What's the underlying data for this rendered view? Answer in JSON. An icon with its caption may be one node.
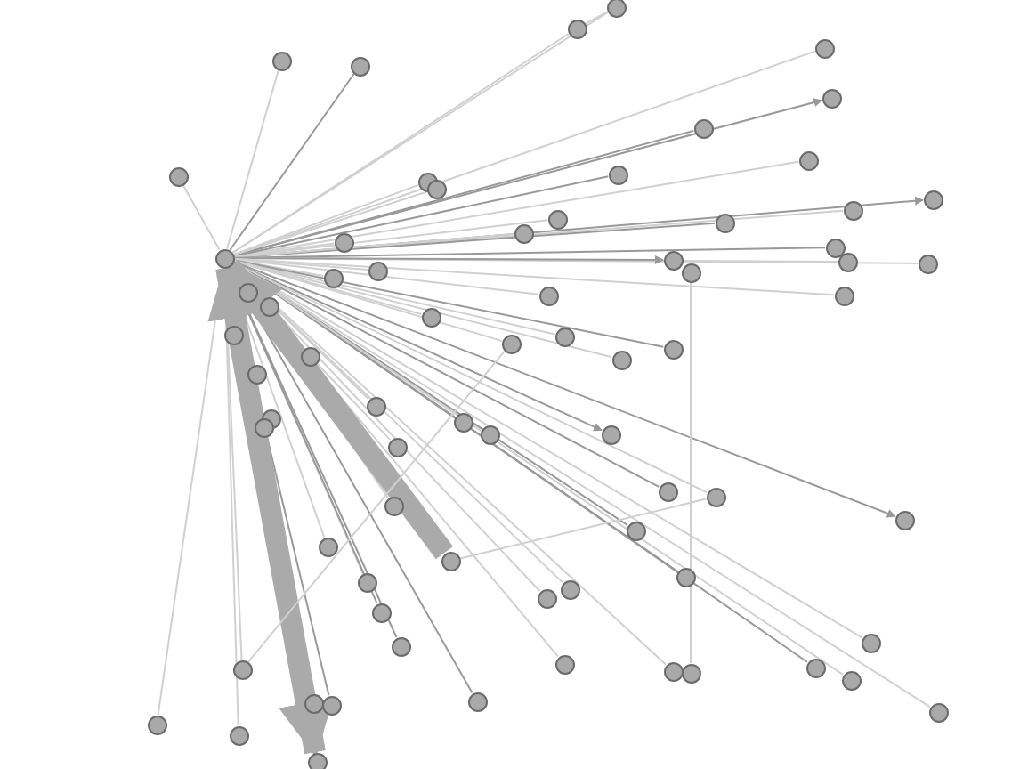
{
  "diagram": {
    "nodes": [
      {
        "text": [],
        "shape": "circle"
      },
      {
        "text": [],
        "shape": "circle"
      },
      {
        "text": [],
        "shape": "circle"
      },
      {
        "text": [],
        "shape": "circle"
      },
      {
        "text": [],
        "shape": "circle"
      },
      {
        "text": [],
        "shape": "circle"
      },
      {
        "text": [],
        "shape": "circle"
      },
      {
        "text": [],
        "shape": "circle"
      },
      {
        "text": [],
        "shape": "circle"
      },
      {
        "text": [],
        "shape": "circle"
      },
      {
        "text": [],
        "shape": "circle"
      },
      {
        "text": [],
        "shape": "circle"
      },
      {
        "text": [],
        "shape": "circle"
      },
      {
        "text": [],
        "shape": "circle"
      },
      {
        "text": [],
        "shape": "circle"
      },
      {
        "text": [],
        "shape": "circle"
      },
      {
        "text": [],
        "shape": "circle"
      },
      {
        "text": [],
        "shape": "circle"
      },
      {
        "text": [],
        "shape": "circle"
      },
      {
        "text": [],
        "shape": "circle"
      },
      {
        "text": [],
        "shape": "circle"
      },
      {
        "text": [],
        "shape": "circle"
      },
      {
        "text": [],
        "shape": "circle"
      },
      {
        "text": [],
        "shape": "circle"
      },
      {
        "text": [],
        "shape": "circle"
      },
      {
        "text": [],
        "shape": "circle"
      },
      {
        "text": [],
        "shape": "circle"
      },
      {
        "text": [],
        "shape": "circle"
      },
      {
        "text": [],
        "shape": "circle"
      },
      {
        "text": [],
        "shape": "circle"
      },
      {
        "text": [],
        "shape": "circle"
      },
      {
        "text": [],
        "shape": "circle"
      },
      {
        "text": [],
        "shape": "circle"
      },
      {
        "text": [],
        "shape": "circle"
      },
      {
        "text": [],
        "shape": "circle"
      },
      {
        "text": [],
        "shape": "circle"
      },
      {
        "text": [],
        "shape": "circle"
      },
      {
        "text": [],
        "shape": "circle"
      },
      {
        "text": [],
        "shape": "circle"
      },
      {
        "text": [],
        "shape": "circle"
      },
      {
        "text": [],
        "shape": "circle"
      },
      {
        "text": [],
        "shape": "circle"
      },
      {
        "text": [],
        "shape": "circle"
      },
      {
        "text": [],
        "shape": "circle"
      },
      {
        "text": [],
        "shape": "circle"
      },
      {
        "text": [],
        "shape": "circle"
      },
      {
        "text": [],
        "shape": "circle"
      },
      {
        "text": [],
        "shape": "circle"
      },
      {
        "text": [],
        "shape": "circle"
      },
      {
        "text": [],
        "shape": "circle"
      },
      {
        "text": [],
        "shape": "circle"
      },
      {
        "text": [],
        "shape": "circle"
      },
      {
        "text": [],
        "shape": "circle"
      },
      {
        "text": [],
        "shape": "circle"
      },
      {
        "text": [],
        "shape": "circle"
      },
      {
        "text": [],
        "shape": "circle"
      },
      {
        "text": [],
        "shape": "circle"
      },
      {
        "text": [],
        "shape": "circle"
      },
      {
        "text": [],
        "shape": "circle"
      },
      {
        "text": [],
        "shape": "circle"
      },
      {
        "text": [],
        "shape": "circle"
      },
      {
        "text": [],
        "shape": "circle"
      },
      {
        "text": [],
        "shape": "circle"
      },
      {
        "text": [],
        "shape": "circle"
      },
      {
        "text": [],
        "shape": "circle"
      },
      {
        "text": [],
        "shape": "circle"
      },
      {
        "text": [],
        "shape": "circle"
      },
      {
        "text": [],
        "shape": "circle"
      },
      {
        "text": [],
        "shape": "circle"
      },
      {
        "text": [],
        "shape": "circle"
      },
      {
        "text": [],
        "shape": "circle"
      },
      {
        "text": [],
        "shape": "circle"
      }
    ],
    "edges": [
      {
        "from": 0,
        "to": 1,
        "arrow": "none"
      },
      {
        "from": 0,
        "to": 2,
        "arrow": "none",
        "color": "#999999"
      },
      {
        "from": 0,
        "to": 3,
        "arrow": "none"
      },
      {
        "from": 0,
        "to": 4,
        "arrow": "none"
      },
      {
        "from": 0,
        "to": 5,
        "arrow": "none"
      },
      {
        "from": 0,
        "to": 6,
        "arrow": "to",
        "color": "#999999"
      },
      {
        "from": 0,
        "to": 7,
        "arrow": "none"
      },
      {
        "from": 0,
        "to": 8,
        "arrow": "none",
        "color": "#999999"
      },
      {
        "from": 0,
        "to": 9,
        "arrow": "none"
      },
      {
        "from": 0,
        "to": 10,
        "arrow": "none"
      },
      {
        "from": 0,
        "to": 11,
        "arrow": "none"
      },
      {
        "from": 0,
        "to": 12,
        "arrow": "none",
        "color": "#999999"
      },
      {
        "from": 0,
        "to": 13,
        "arrow": "to",
        "color": "#999999"
      },
      {
        "from": 0,
        "to": 14,
        "arrow": "none"
      },
      {
        "from": 0,
        "to": 15,
        "arrow": "none"
      },
      {
        "from": 0,
        "to": 16,
        "arrow": "none",
        "color": "#999999"
      },
      {
        "from": 0,
        "to": 17,
        "arrow": "none"
      },
      {
        "from": 0,
        "to": 18,
        "arrow": "none"
      },
      {
        "from": 0,
        "to": 19,
        "arrow": "none",
        "color": "#999999"
      },
      {
        "from": 0,
        "to": 20,
        "arrow": "none"
      },
      {
        "from": 0,
        "to": 21,
        "arrow": "none"
      },
      {
        "from": 0,
        "to": 22,
        "arrow": "to",
        "color": "#999999"
      },
      {
        "from": 0,
        "to": 24,
        "arrow": "none"
      },
      {
        "from": 0,
        "to": 25,
        "arrow": "none"
      },
      {
        "from": 0,
        "to": 28,
        "arrow": "none"
      },
      {
        "from": 0,
        "to": 29,
        "arrow": "none"
      },
      {
        "from": 0,
        "to": 30,
        "arrow": "none"
      },
      {
        "from": 0,
        "to": 32,
        "arrow": "none"
      },
      {
        "from": 0,
        "to": 33,
        "arrow": "none"
      },
      {
        "from": 0,
        "to": 34,
        "arrow": "none",
        "color": "#999999"
      },
      {
        "from": 0,
        "to": 35,
        "arrow": "none"
      },
      {
        "from": 0,
        "to": 38,
        "arrow": "none"
      },
      {
        "from": 0,
        "to": 41,
        "arrow": "none"
      },
      {
        "from": 0,
        "to": 42,
        "arrow": "none"
      },
      {
        "from": 36,
        "to": 43,
        "arrow": "none"
      },
      {
        "from": 0,
        "to": 44,
        "arrow": "to",
        "color": "#999999"
      },
      {
        "from": 0,
        "to": 45,
        "arrow": "none",
        "color": "#999999"
      },
      {
        "from": 0,
        "to": 46,
        "arrow": "none"
      },
      {
        "from": 0,
        "to": 47,
        "arrow": "none"
      },
      {
        "from": 0,
        "to": 48,
        "arrow": "to",
        "color": "#999999"
      },
      {
        "from": 0,
        "to": 49,
        "arrow": "none",
        "color": "#999999"
      },
      {
        "from": 0,
        "to": 50,
        "arrow": "none"
      },
      {
        "from": 0,
        "to": 52,
        "arrow": "none"
      },
      {
        "from": 0,
        "to": 53,
        "arrow": "none"
      },
      {
        "from": 0,
        "to": 54,
        "arrow": "none"
      },
      {
        "from": 0,
        "to": 55,
        "arrow": "none",
        "color": "#999999"
      },
      {
        "from": 0,
        "to": 56,
        "arrow": "none",
        "color": "#999999"
      },
      {
        "from": 0,
        "to": 57,
        "arrow": "none",
        "color": "#999999"
      },
      {
        "from": 0,
        "to": 58,
        "arrow": "none"
      },
      {
        "from": 0,
        "to": 59,
        "arrow": "none"
      },
      {
        "from": 0,
        "to": 60,
        "arrow": "none"
      },
      {
        "from": 0,
        "to": 61,
        "arrow": "none"
      },
      {
        "from": 0,
        "to": 63,
        "arrow": "none",
        "color": "#999999"
      },
      {
        "from": 0,
        "to": 64,
        "arrow": "none"
      },
      {
        "from": 0,
        "to": 66,
        "arrow": "none",
        "color": "#999999"
      },
      {
        "from": 0,
        "to": 67,
        "arrow": "none",
        "color": "#999999"
      },
      {
        "from": 0,
        "to": 68,
        "arrow": "none"
      },
      {
        "from": 0,
        "to": 69,
        "arrow": "none"
      },
      {
        "from": 0,
        "to": 70,
        "arrow": "none"
      },
      {
        "from": 0,
        "to": 71,
        "arrow": "both",
        "style": "thick",
        "color": "#aaaaaa"
      },
      {
        "from": 51,
        "to": 0,
        "arrow": "to",
        "style": "thick",
        "color": "#aaaaaa"
      },
      {
        "from": 4,
        "to": 3,
        "arrow": "none"
      },
      {
        "from": 23,
        "to": 62,
        "arrow": "none"
      },
      {
        "from": 51,
        "to": 46,
        "arrow": "none"
      },
      {
        "from": 59,
        "to": 33,
        "arrow": "none"
      }
    ]
  }
}
